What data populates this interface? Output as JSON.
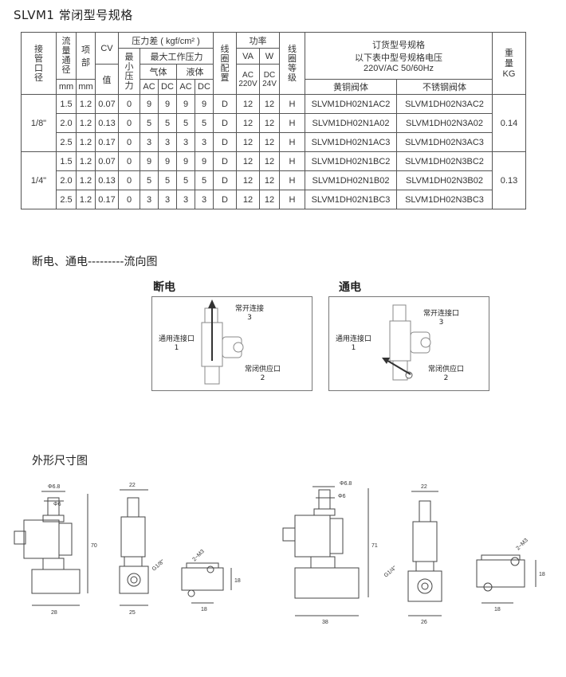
{
  "title": "SLVM1 常闭型号规格",
  "table": {
    "h_port": "接管口径",
    "h_flow1": "流量通径",
    "h_flow2": "mm",
    "h_top1": "项部",
    "h_top2": "mm",
    "h_cv1": "CV",
    "h_cv2": "值",
    "h_pressure": "压力差 ( kgf/cm² )",
    "h_min": "最小压力",
    "h_maxwork": "最大工作压力",
    "h_gas": "气体",
    "h_liquid": "液体",
    "h_ac": "AC",
    "h_dc": "DC",
    "h_coil": "线圈配置",
    "h_power": "功率",
    "h_va": "VA",
    "h_w": "W",
    "h_ac220": "AC 220V",
    "h_dc24": "DC 24V",
    "h_class": "线圈等级",
    "h_order1": "订货型号规格",
    "h_order2": "以下表中型号规格电压",
    "h_order3": "220V/AC 50/60Hz",
    "h_brass": "黄铜阀体",
    "h_steel": "不锈钢阀体",
    "h_weight1": "重量",
    "h_weight2": "KG",
    "groups": [
      {
        "port": "1/8\"",
        "weight": "0.14",
        "rows": [
          [
            "1.5",
            "1.2",
            "0.07",
            "0",
            "9",
            "9",
            "9",
            "9",
            "D",
            "12",
            "12",
            "H",
            "SLVM1DH02N1AC2",
            "SLVM1DH02N3AC2"
          ],
          [
            "2.0",
            "1.2",
            "0.13",
            "0",
            "5",
            "5",
            "5",
            "5",
            "D",
            "12",
            "12",
            "H",
            "SLVM1DH02N1A02",
            "SLVM1DH02N3A02"
          ],
          [
            "2.5",
            "1.2",
            "0.17",
            "0",
            "3",
            "3",
            "3",
            "3",
            "D",
            "12",
            "12",
            "H",
            "SLVM1DH02N1AC3",
            "SLVM1DH02N3AC3"
          ]
        ]
      },
      {
        "port": "1/4\"",
        "weight": "0.13",
        "rows": [
          [
            "1.5",
            "1.2",
            "0.07",
            "0",
            "9",
            "9",
            "9",
            "9",
            "D",
            "12",
            "12",
            "H",
            "SLVM1DH02N1BC2",
            "SLVM1DH02N3BC2"
          ],
          [
            "2.0",
            "1.2",
            "0.13",
            "0",
            "5",
            "5",
            "5",
            "5",
            "D",
            "12",
            "12",
            "H",
            "SLVM1DH02N1B02",
            "SLVM1DH02N3B02"
          ],
          [
            "2.5",
            "1.2",
            "0.17",
            "0",
            "3",
            "3",
            "3",
            "3",
            "D",
            "12",
            "12",
            "H",
            "SLVM1DH02N1BC3",
            "SLVM1DH02N3BC3"
          ]
        ]
      }
    ]
  },
  "flow": {
    "heading": "断电、通电---------流向图",
    "off_label": "断电",
    "on_label": "通电",
    "port3_name": "常开连接",
    "port3_num": "3",
    "port1_name": "通用连接口",
    "port1_num": "1",
    "port2_name": "常闭供应口",
    "port2_num": "2",
    "port3_name_on": "常开连接口",
    "port3_num_on": "3"
  },
  "dims": {
    "heading": "外形尺寸图",
    "d68": "Φ6.8",
    "d6": "Φ6",
    "h70": "70",
    "h71": "71",
    "w28": "28",
    "w22": "22",
    "w25": "25",
    "w18": "18",
    "w38": "38",
    "w26": "26",
    "m3": "2−M3",
    "g18": "G1/8\"",
    "g14": "G1/4\""
  }
}
